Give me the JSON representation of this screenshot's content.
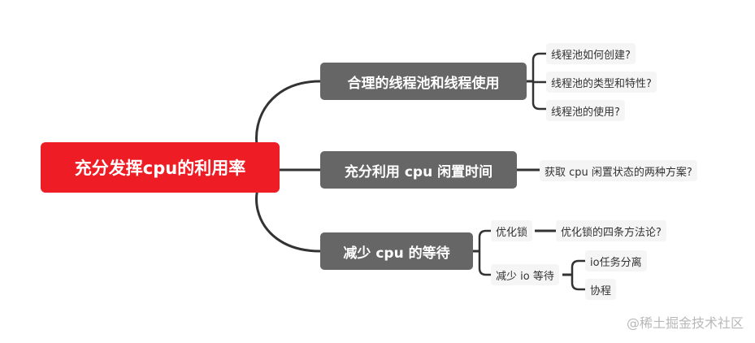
{
  "mindmap": {
    "root": "充分发挥cpu的利用率",
    "branches": [
      {
        "label": "合理的线程池和线程使用",
        "children": [
          "线程池如何创建?",
          "线程池的类型和特性?",
          "线程池的使用?"
        ]
      },
      {
        "label": "充分利用 cpu 闲置时间",
        "children": [
          "获取 cpu 闲置状态的两种方案?"
        ]
      },
      {
        "label": "减少 cpu 的等待",
        "children": [
          {
            "label": "优化锁",
            "children": [
              "优化锁的四条方法论?"
            ]
          },
          {
            "label": "减少 io 等待",
            "children": [
              "io任务分离",
              "协程"
            ]
          }
        ]
      }
    ]
  },
  "watermark": "@稀土掘金技术社区",
  "colors": {
    "root_bg": "#ee1c25",
    "branch_bg": "#666666",
    "leaf_bg": "#f5f5f5",
    "line": "#333333"
  }
}
